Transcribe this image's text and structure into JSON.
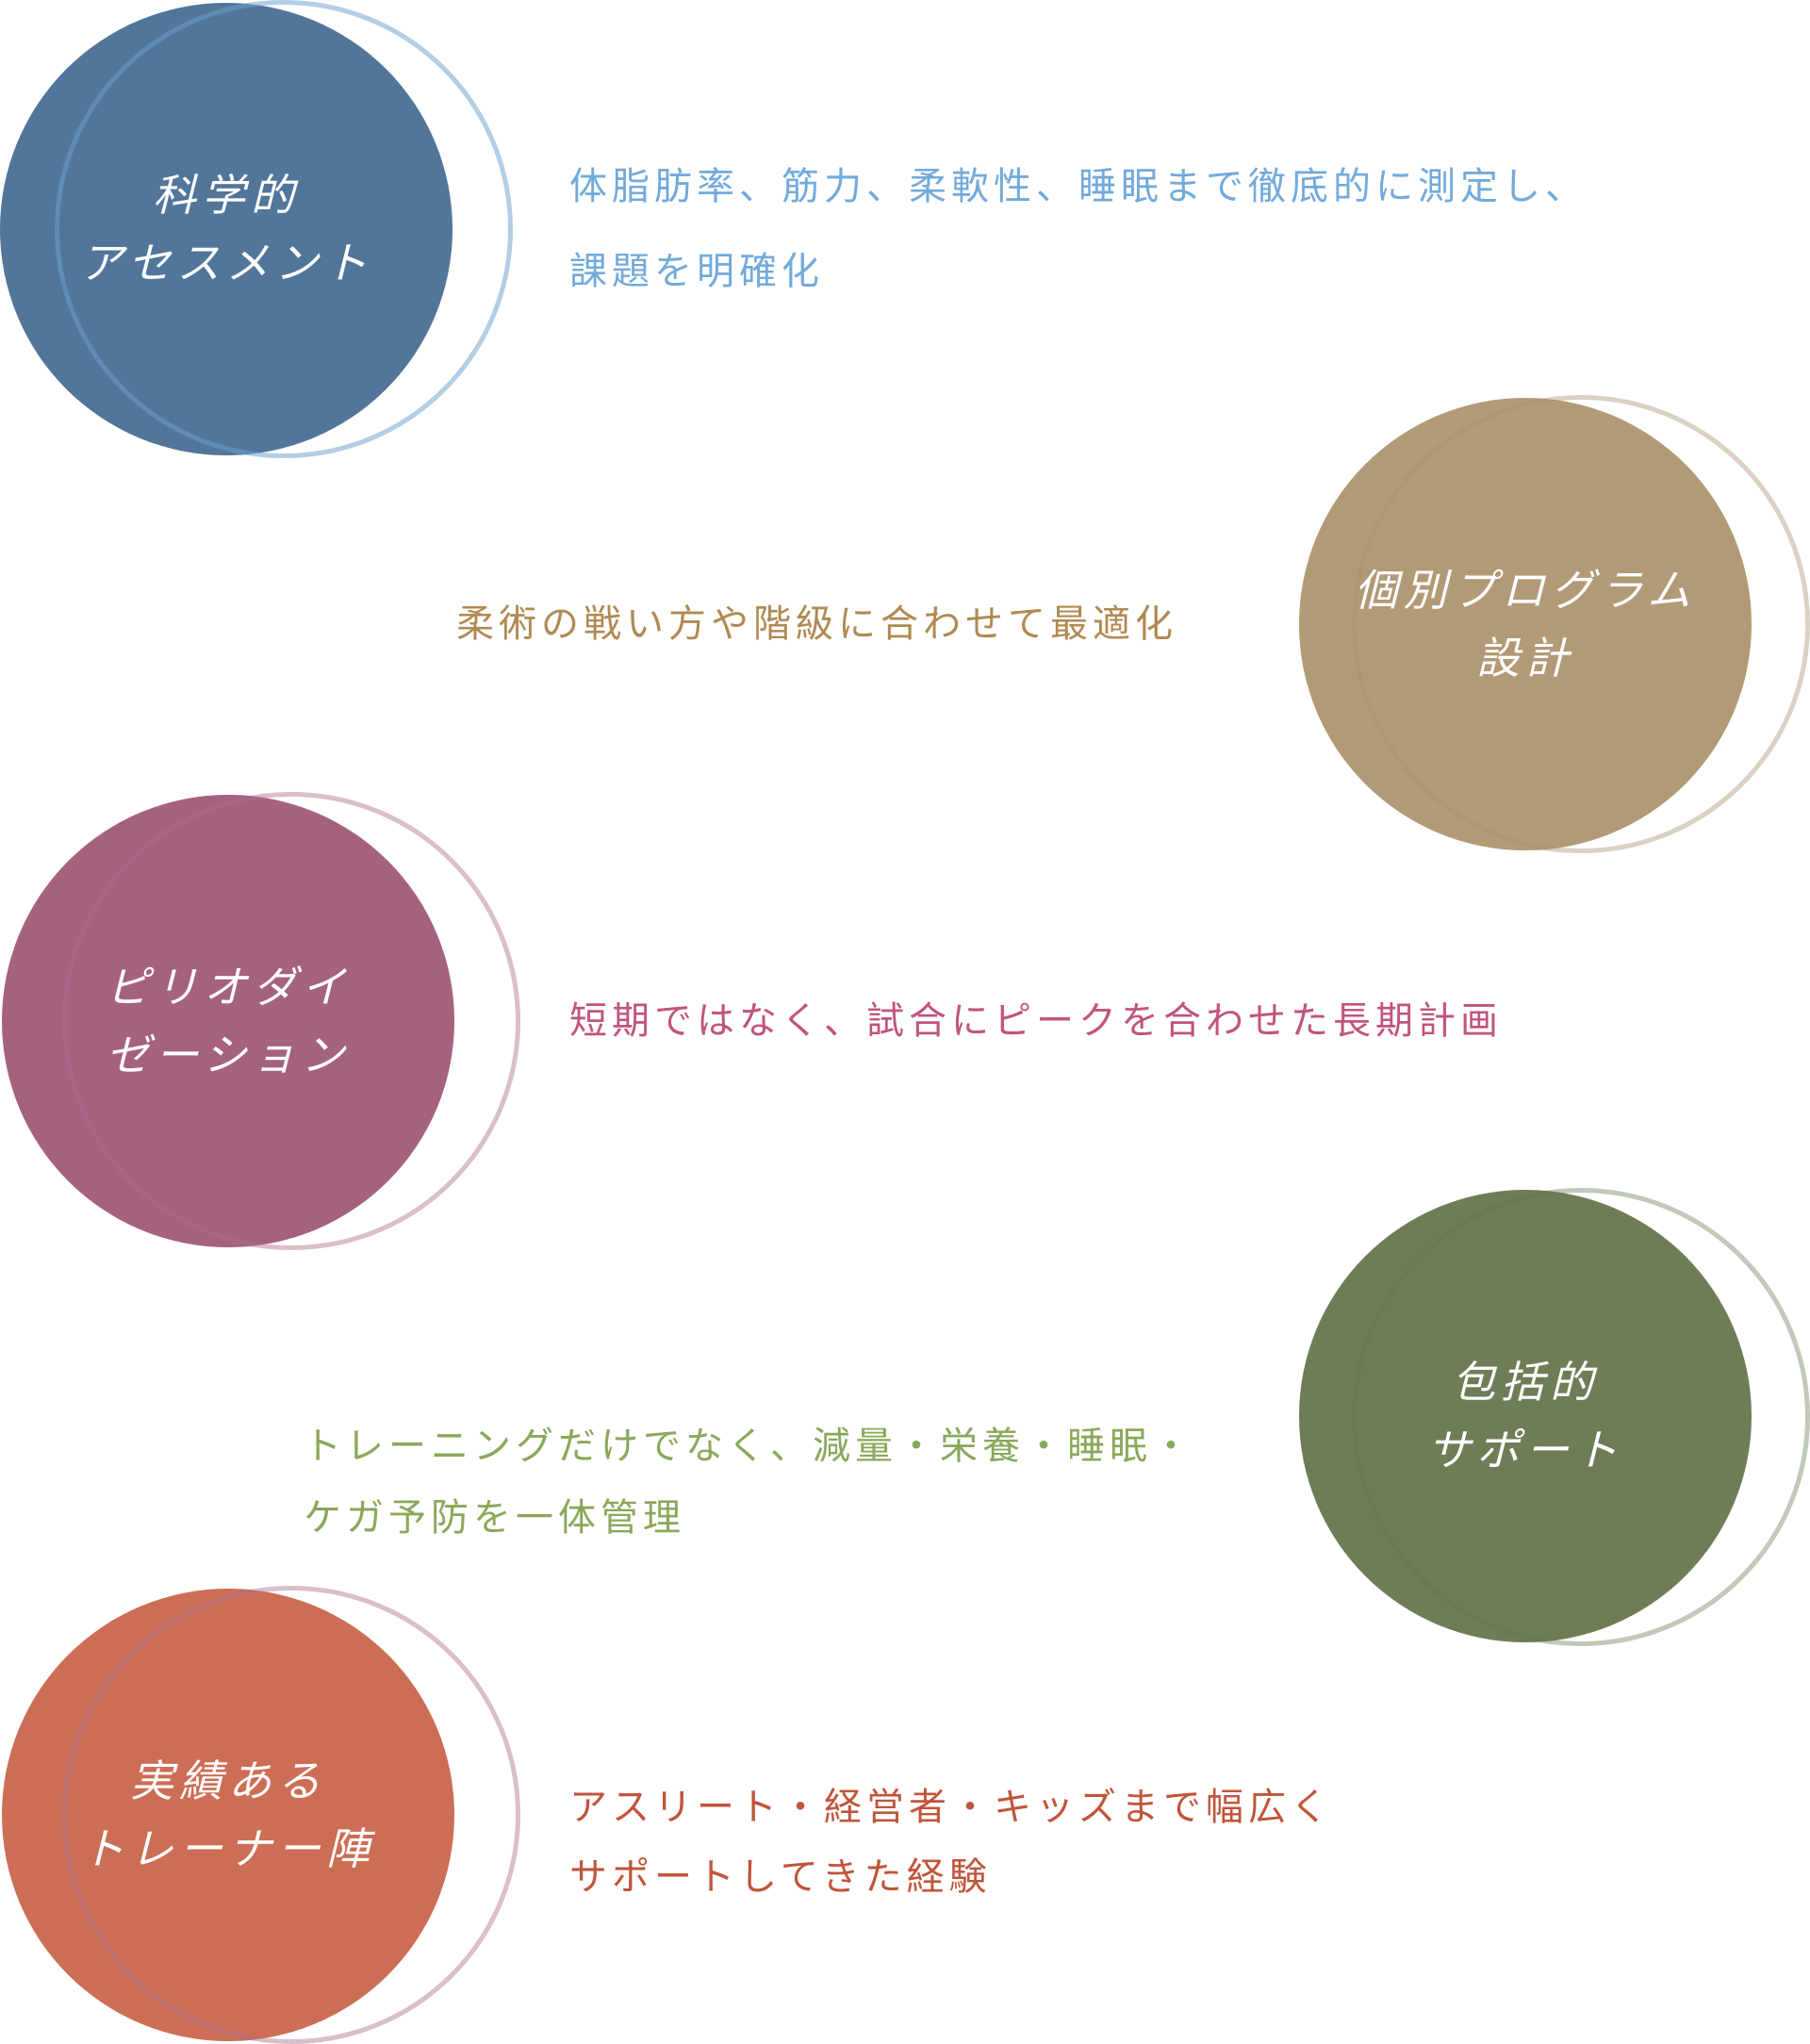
{
  "features": [
    {
      "title_lines": [
        "科学的",
        "アセスメント"
      ],
      "description_lines": [
        "体脂肪率、筋力、柔軟性、睡眠まで徹底的に測定し、",
        "課題を明確化"
      ],
      "side": "left",
      "colors": {
        "fill": "#52769a",
        "ring": "#b3cfe7",
        "text": "#72aadb"
      }
    },
    {
      "title_lines": [
        "個別プログラム",
        "設計"
      ],
      "description_lines": [
        "柔術の戦い方や階級に合わせて最適化"
      ],
      "side": "right",
      "colors": {
        "fill": "#b29a77",
        "ring": "#ddd3c4",
        "text": "#b08a52"
      }
    },
    {
      "title_lines": [
        "ピリオダイ",
        "ゼーション"
      ],
      "description_lines": [
        "短期ではなく、試合にピークを合わせた長期計画"
      ],
      "side": "left",
      "colors": {
        "fill": "#a5627f",
        "ring": "#dbbdca",
        "text": "#c1547f"
      }
    },
    {
      "title_lines": [
        "包括的",
        "サポート"
      ],
      "description_lines": [
        "トレーニングだけでなく、減量・栄養・睡眠・",
        "ケガ予防を一体管理"
      ],
      "side": "right",
      "colors": {
        "fill": "#6f7d57",
        "ring": "#c3cab7",
        "text": "#8aa85a"
      }
    },
    {
      "title_lines": [
        "実績ある",
        "トレーナー陣"
      ],
      "description_lines": [
        "アスリート・経営者・キッズまで幅広く",
        "サポートしてきた経験"
      ],
      "side": "left",
      "colors": {
        "fill": "#cc6e55",
        "ring": "#dbbdca",
        "text": "#c0553a"
      }
    }
  ]
}
